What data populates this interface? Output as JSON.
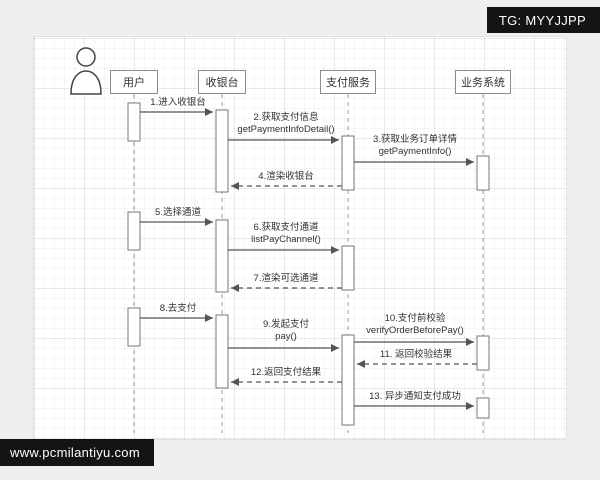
{
  "watermarks": {
    "tg": "TG: MYYJJPP",
    "site": "www.pcmilantiyu.com"
  },
  "diagram": {
    "type": "sequence",
    "participants": [
      {
        "id": "user",
        "label": "用户"
      },
      {
        "id": "cashier",
        "label": "收银台"
      },
      {
        "id": "payment",
        "label": "支付服务"
      },
      {
        "id": "business",
        "label": "业务系统"
      }
    ],
    "messages": [
      {
        "n": 1,
        "label": "1.进入收银台",
        "from": "user",
        "to": "cashier",
        "style": "solid"
      },
      {
        "n": 2,
        "label": "2.获取支付信息\ngetPaymentInfoDetail()",
        "from": "cashier",
        "to": "payment",
        "style": "solid"
      },
      {
        "n": 3,
        "label": "3.获取业务订单详情\ngetPaymentInfo()",
        "from": "payment",
        "to": "business",
        "style": "solid"
      },
      {
        "n": 4,
        "label": "4.渲染收银台",
        "from": "payment",
        "to": "cashier",
        "style": "dashed"
      },
      {
        "n": 5,
        "label": "5.选择通道",
        "from": "user",
        "to": "cashier",
        "style": "solid"
      },
      {
        "n": 6,
        "label": "6.获取支付通道\nlistPayChannel()",
        "from": "cashier",
        "to": "payment",
        "style": "solid"
      },
      {
        "n": 7,
        "label": "7.渲染可选通道",
        "from": "payment",
        "to": "cashier",
        "style": "dashed"
      },
      {
        "n": 8,
        "label": "8.去支付",
        "from": "user",
        "to": "cashier",
        "style": "solid"
      },
      {
        "n": 9,
        "label": "9.发起支付\npay()",
        "from": "cashier",
        "to": "payment",
        "style": "solid"
      },
      {
        "n": 10,
        "label": "10.支付前校验\nverifyOrderBeforePay()",
        "from": "payment",
        "to": "business",
        "style": "solid"
      },
      {
        "n": 11,
        "label": "11. 返回校验结果",
        "from": "business",
        "to": "payment",
        "style": "dashed"
      },
      {
        "n": 12,
        "label": "12.返回支付结果",
        "from": "payment",
        "to": "cashier",
        "style": "dashed"
      },
      {
        "n": 13,
        "label": "13. 异步通知支付成功",
        "from": "payment",
        "to": "business",
        "style": "solid"
      }
    ]
  }
}
